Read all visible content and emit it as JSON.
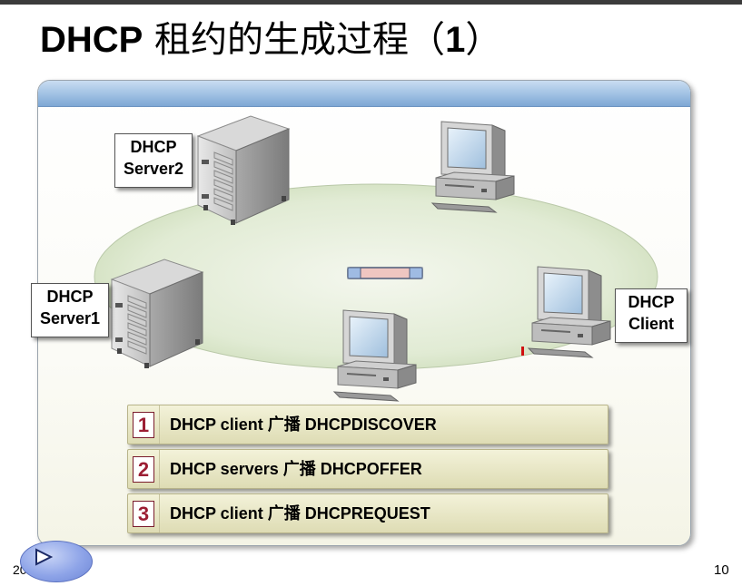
{
  "slide": {
    "title_strong": "DHCP",
    "title_cjk": " 租约的生成过程（",
    "title_num": "1",
    "title_close": "）",
    "page_number": "10",
    "footer_date": "20"
  },
  "labels": {
    "server2": "DHCP\nServer2",
    "server1": "DHCP\nServer1",
    "client": "DHCP\nClient"
  },
  "steps": [
    {
      "num": "1",
      "text": "DHCP client 广播 DHCPDISCOVER"
    },
    {
      "num": "2",
      "text": "DHCP servers 广播 DHCPOFFER"
    },
    {
      "num": "3",
      "text": "DHCP client 广播 DHCPREQUEST"
    }
  ],
  "icons": {
    "server": "server-tower-icon",
    "workstation": "desktop-computer-icon",
    "packet": "network-packet-icon",
    "play": "play-icon"
  },
  "colors": {
    "header_blue": "#7ea7d4",
    "network_green": "#d7e4c4",
    "step_bg": "#e6e4c4",
    "step_number": "#9c1e33"
  }
}
